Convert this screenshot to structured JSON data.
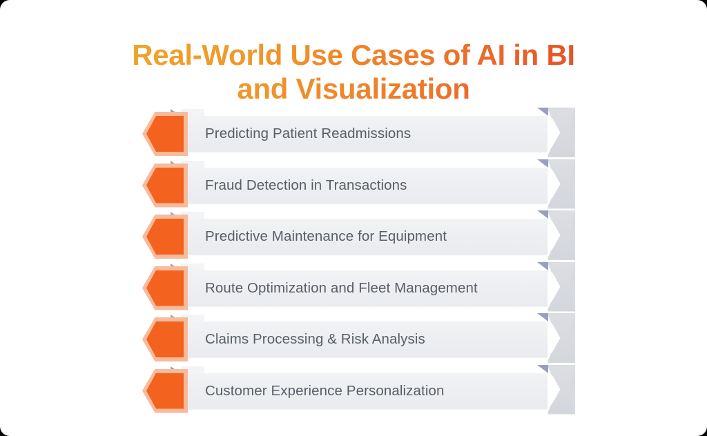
{
  "title": {
    "line1": "Real-World Use Cases of AI in BI",
    "line2": "and Visualization",
    "gradient_start": "#efa829",
    "gradient_end": "#e44e27"
  },
  "theme": {
    "background": "#ffffff",
    "badge_fill": "#f4621f",
    "badge_border": "#f7bb9b",
    "bar_fill": "#eceef1",
    "tail_fill": "#d7d9de",
    "fold_fill": "#98a0bd",
    "label_color": "#595f66"
  },
  "items": [
    {
      "label": "Predicting Patient Readmissions"
    },
    {
      "label": "Fraud Detection in Transactions"
    },
    {
      "label": "Predictive Maintenance for Equipment"
    },
    {
      "label": "Route Optimization and Fleet Management"
    },
    {
      "label": "Claims Processing & Risk Analysis"
    },
    {
      "label": "Customer Experience Personalization"
    }
  ]
}
